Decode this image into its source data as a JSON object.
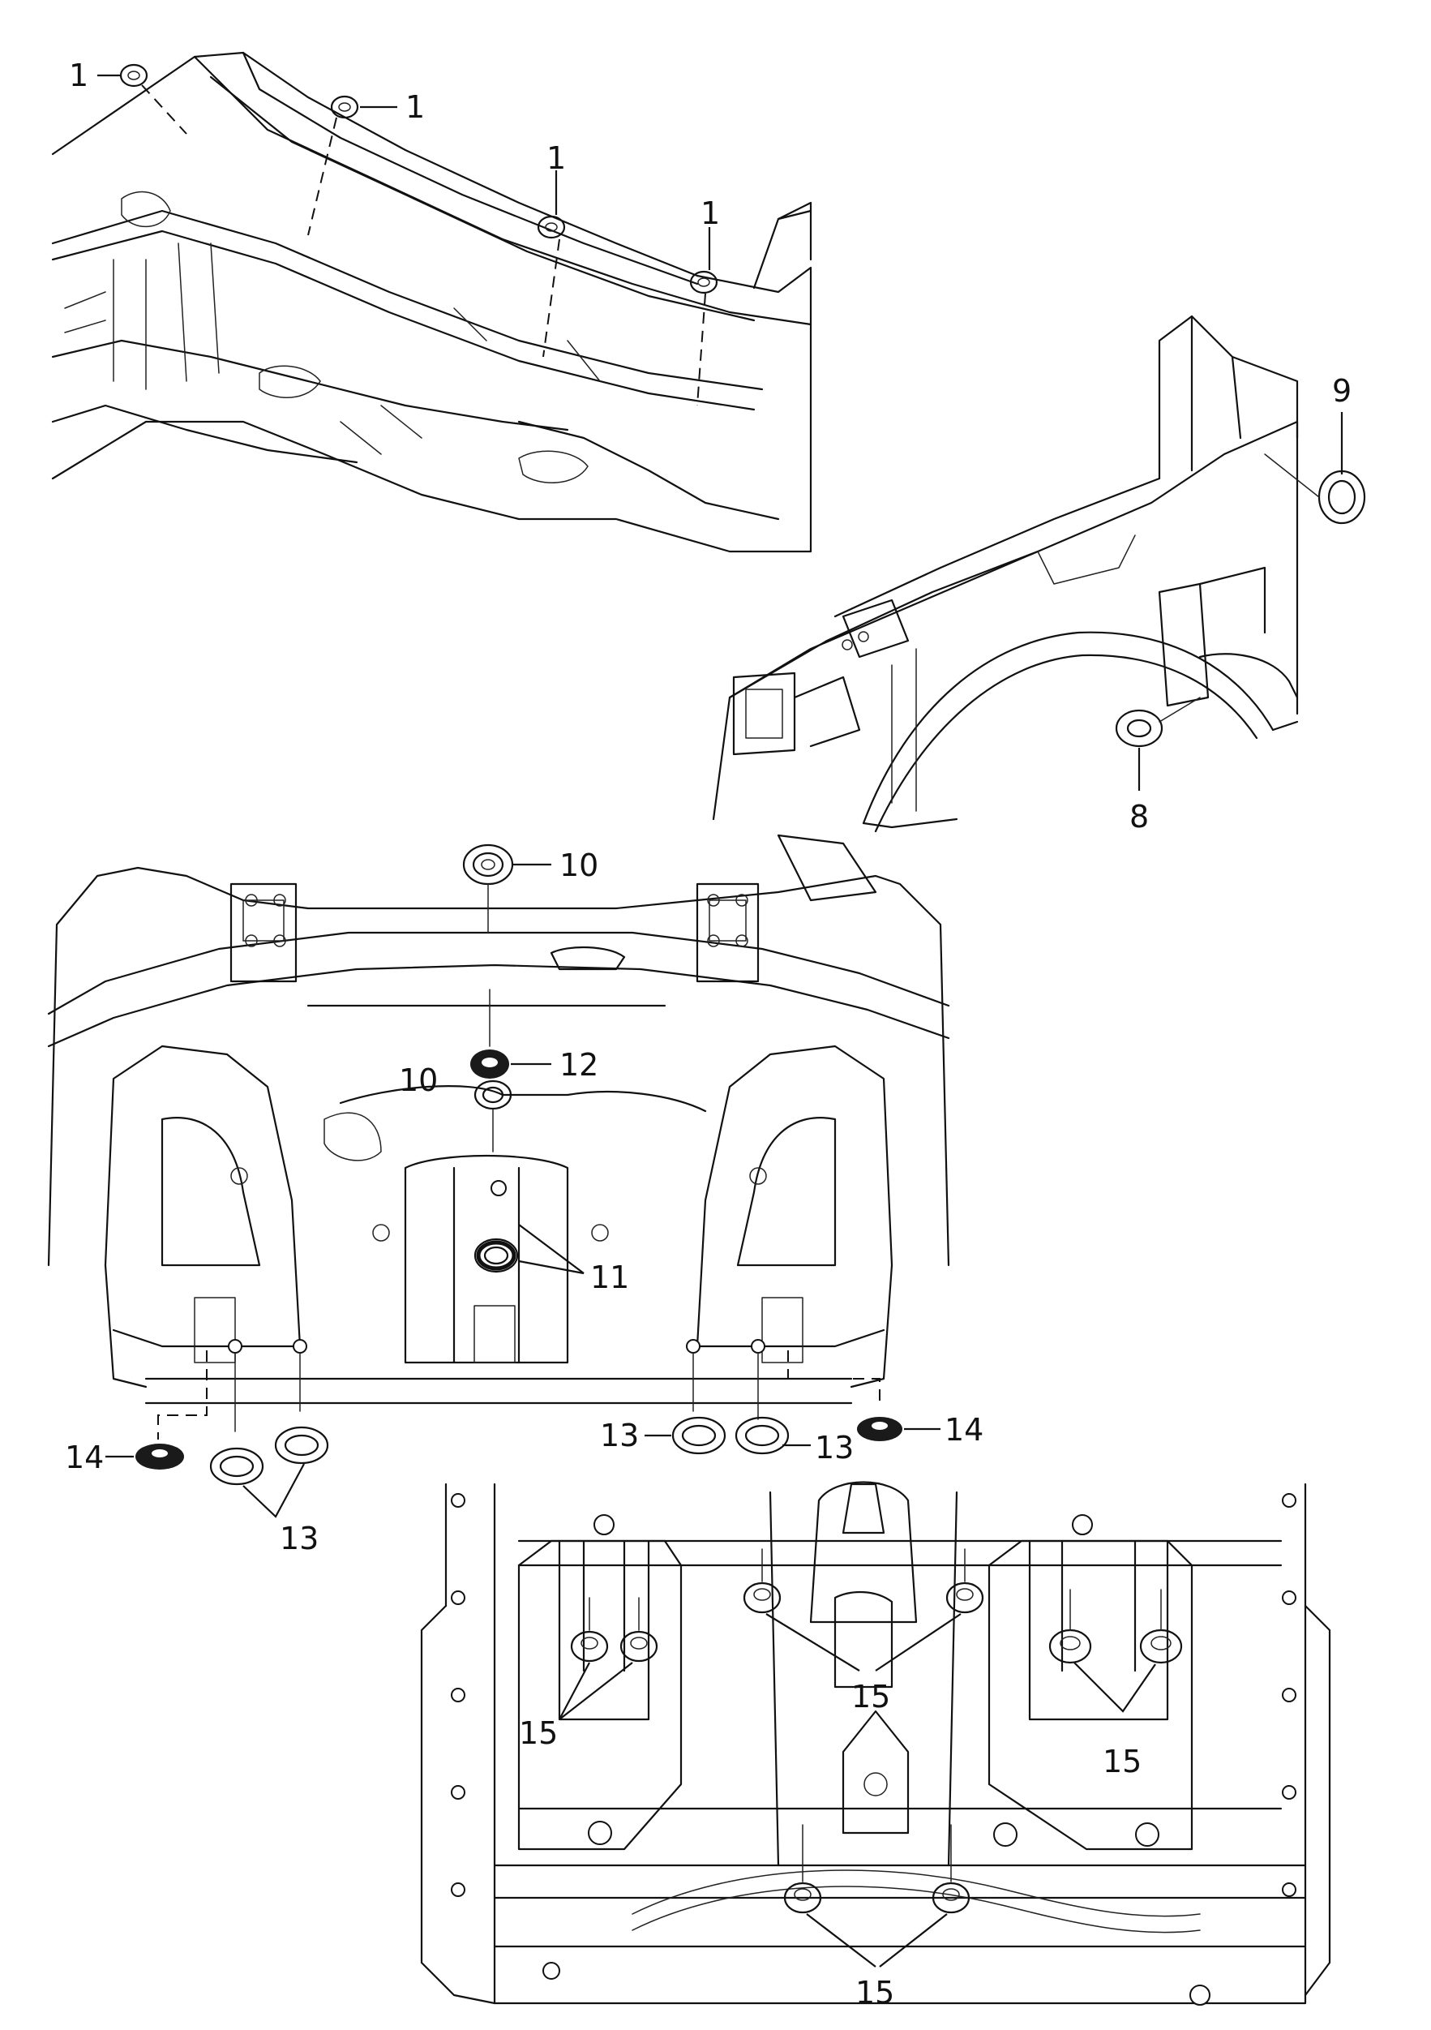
{
  "callouts": {
    "p1": "1",
    "p8": "8",
    "p9": "9",
    "p10": "10",
    "p11": "11",
    "p12": "12",
    "p13": "13",
    "p14": "14",
    "p15": "15"
  },
  "colors": {
    "ink": "#111111",
    "paper": "#ffffff",
    "solid_plug": "#1a1a1a"
  }
}
